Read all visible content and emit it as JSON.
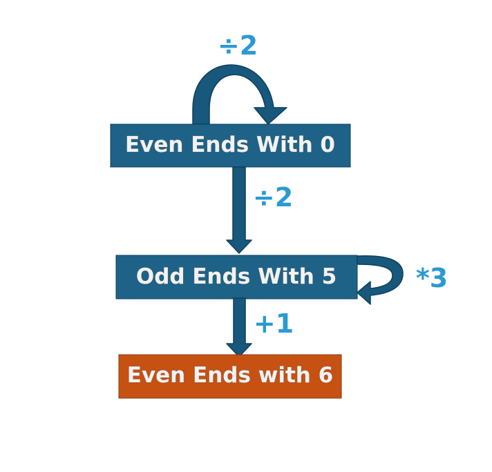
{
  "colors": {
    "box_blue": "#1e6287",
    "box_orange": "#c65112",
    "arrow_fill": "#17587c",
    "arrow_stroke": "#0e3f5c",
    "label_text": "#2a9ad3"
  },
  "nodes": {
    "even0": {
      "label": "Even Ends With 0"
    },
    "odd5": {
      "label": "Odd Ends With 5"
    },
    "even6": {
      "label": "Even Ends with 6"
    }
  },
  "edges": {
    "even0_self": {
      "label": "÷2"
    },
    "even0_to_odd5": {
      "label": "÷2"
    },
    "odd5_self": {
      "label": "*3"
    },
    "odd5_to_even6": {
      "label": "+1"
    }
  }
}
